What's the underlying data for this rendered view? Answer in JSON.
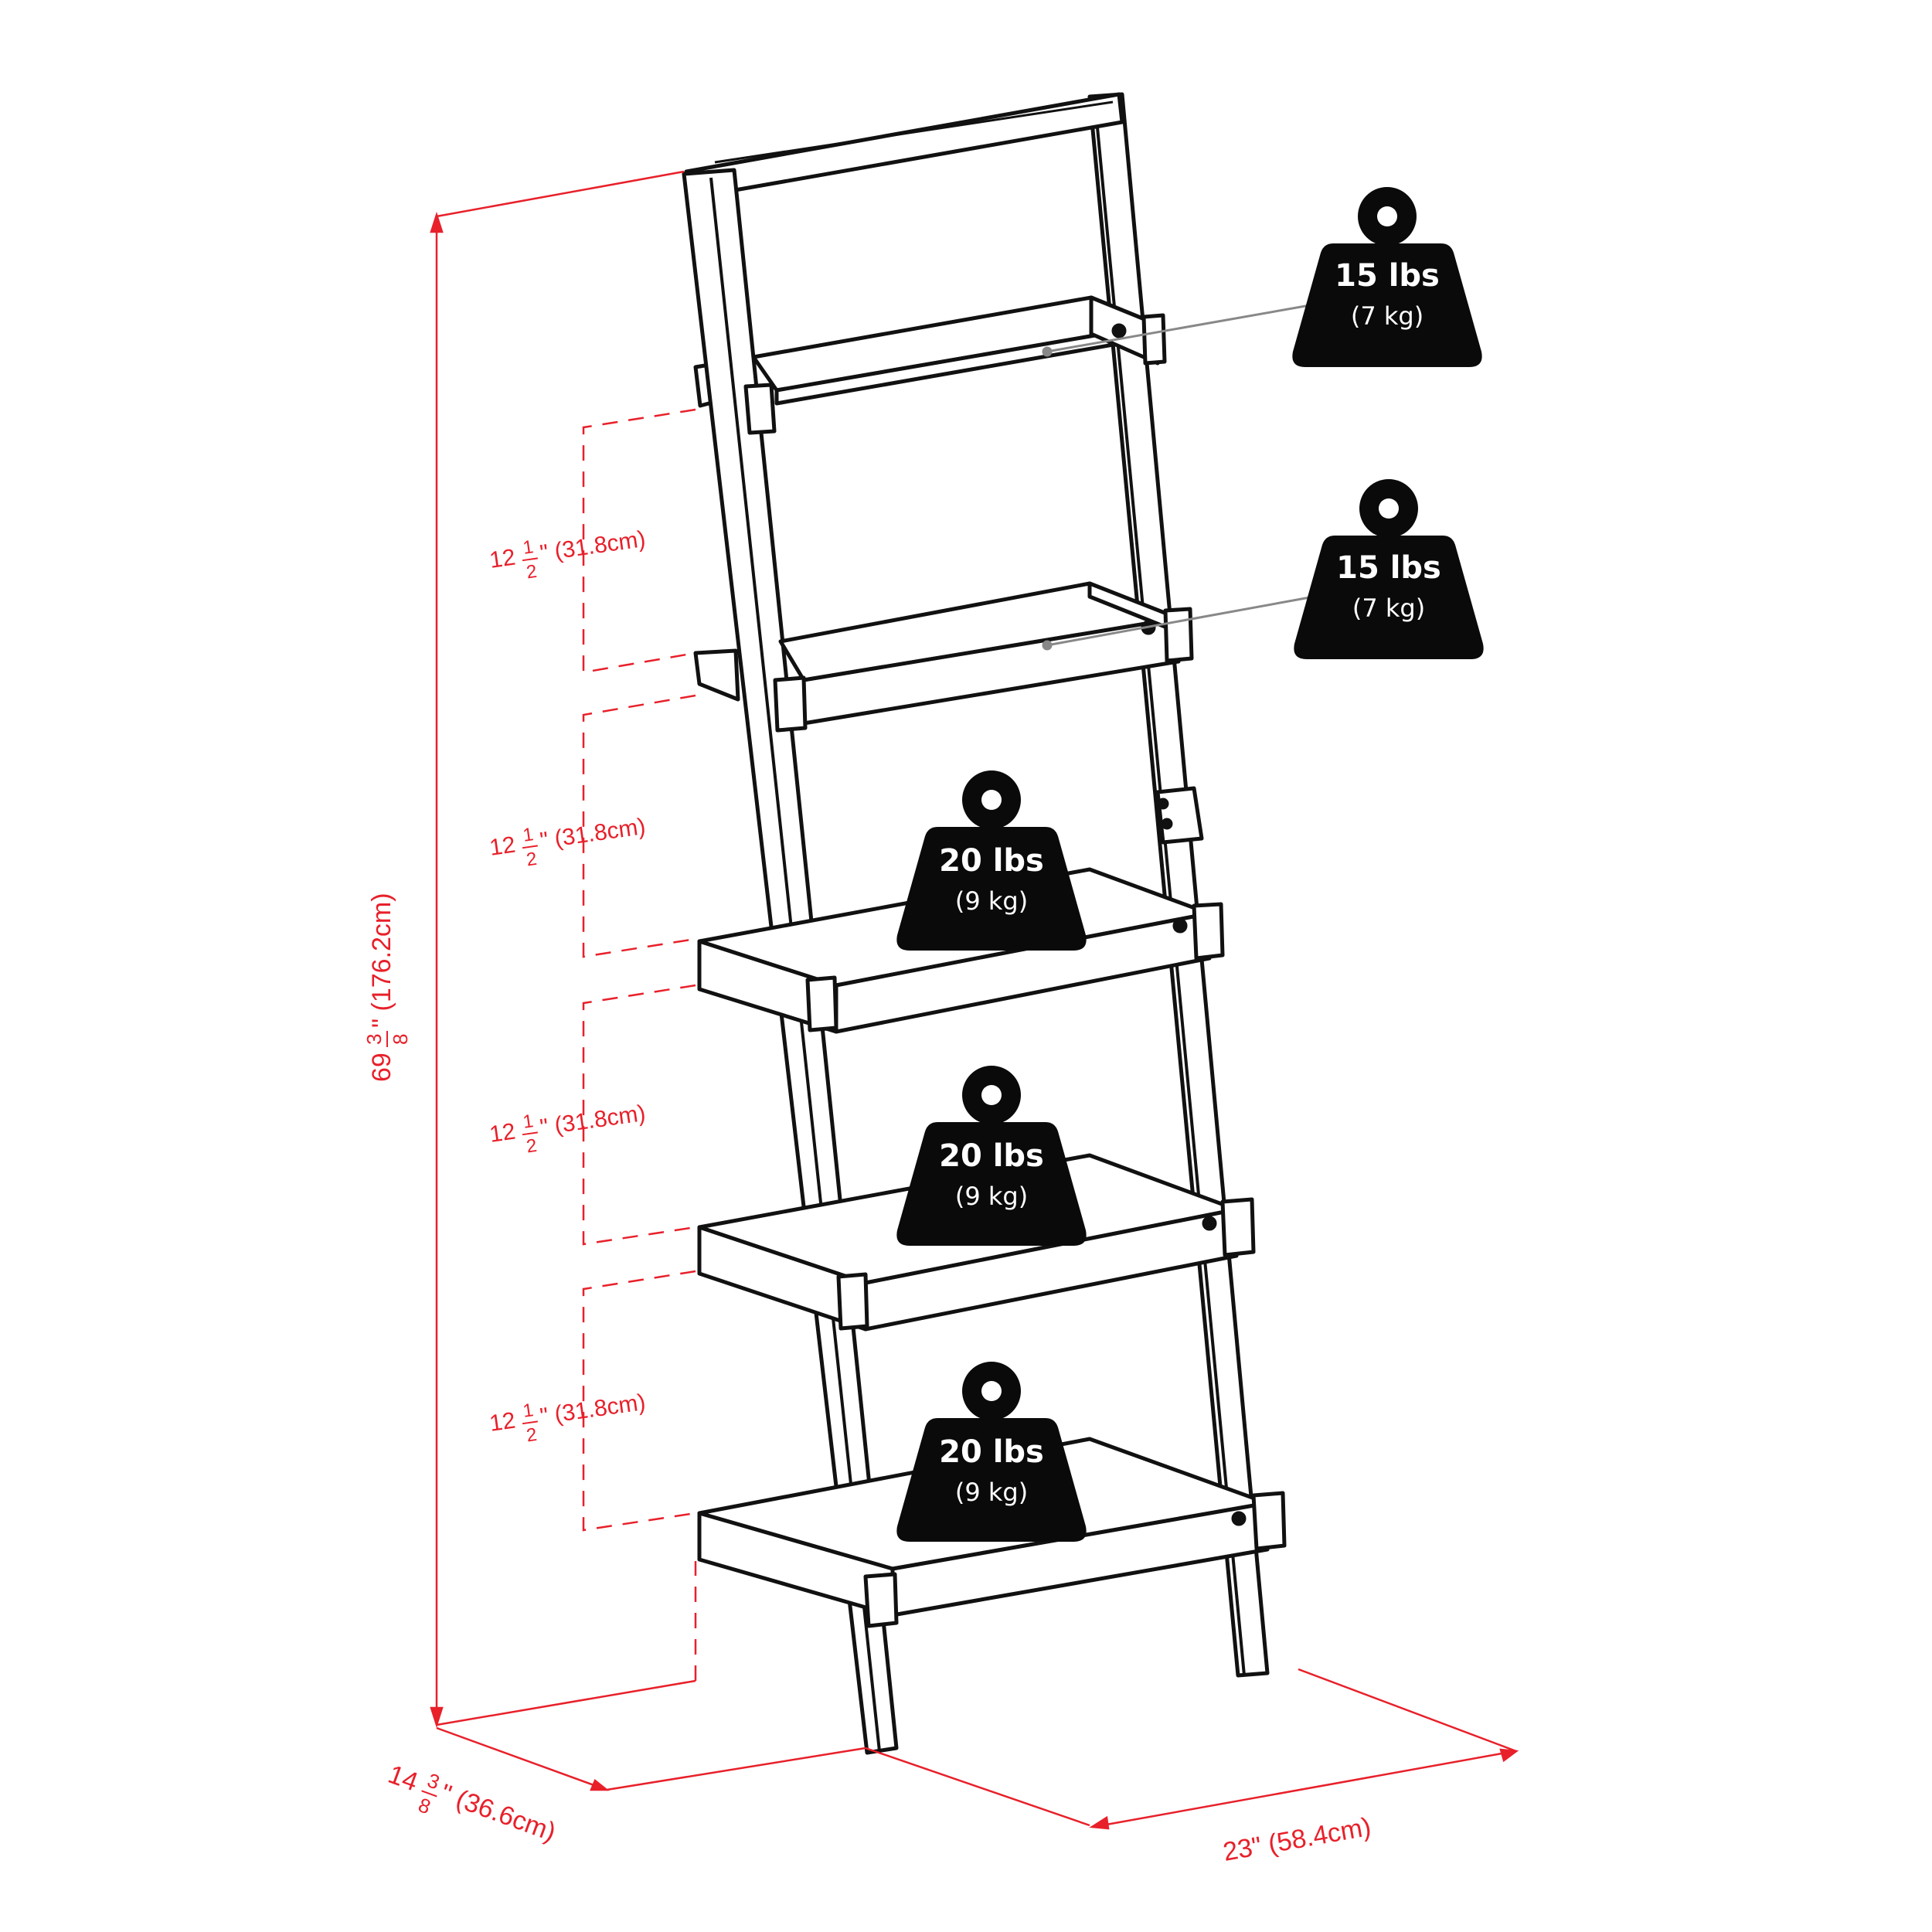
{
  "dimensions": {
    "height": {
      "whole": "69",
      "num": "3",
      "den": "8",
      "rest": "\" (176.2cm)"
    },
    "depth": {
      "whole": "14",
      "num": "3",
      "den": "8",
      "rest": "\" (36.6cm)"
    },
    "width": {
      "text": "23\"  (58.4cm)"
    },
    "spacing": [
      {
        "whole": "12",
        "num": "1",
        "den": "2",
        "rest": "\"  (31.8cm)"
      },
      {
        "whole": "12",
        "num": "1",
        "den": "2",
        "rest": "\"  (31.8cm)"
      },
      {
        "whole": "12",
        "num": "1",
        "den": "2",
        "rest": "\"  (31.8cm)"
      },
      {
        "whole": "12",
        "num": "1",
        "den": "2",
        "rest": "\"  (31.8cm)"
      }
    ]
  },
  "weights": [
    {
      "lbs": "15 lbs",
      "kg": "(7 kg)"
    },
    {
      "lbs": "15 lbs",
      "kg": "(7 kg)"
    },
    {
      "lbs": "20 lbs",
      "kg": "(9 kg)"
    },
    {
      "lbs": "20 lbs",
      "kg": "(9 kg)"
    },
    {
      "lbs": "20 lbs",
      "kg": "(9 kg)"
    }
  ],
  "colors": {
    "dimension": "#e8202a",
    "outline": "#111111",
    "weight": "#0a0a0a"
  }
}
